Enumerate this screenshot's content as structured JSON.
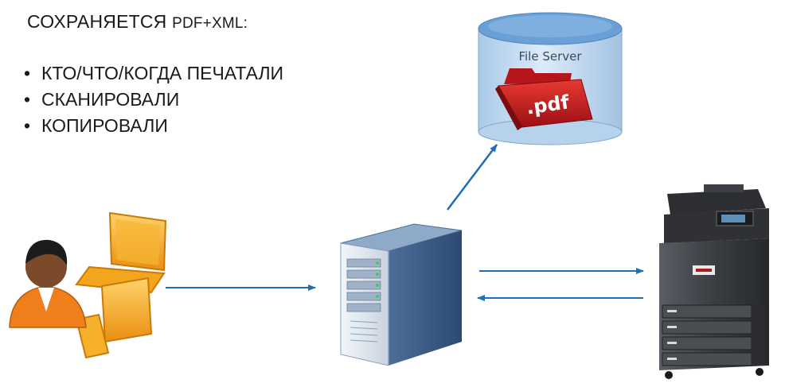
{
  "heading": {
    "main": "СОХРАНЯЕТСЯ ",
    "tail": "PDF+XML:"
  },
  "bullets": [
    "КТО/ЧТО/КОГДА ПЕЧАТАЛИ",
    "СКАНИРОВАЛИ",
    "КОПИРОВАЛИ"
  ],
  "file_server": {
    "label": "File Server",
    "file_label": ".pdf"
  },
  "colors": {
    "arrow": "#1f6db3",
    "cylinder": "#c9e0f4",
    "pdf_red": "#c8191e",
    "device_orange": "#f4a21c"
  },
  "icons": {
    "user": "user-with-devices-icon",
    "server": "server-tower-icon",
    "storage": "database-cylinder-icon",
    "pdf": "pdf-folder-icon",
    "mfp": "multifunction-printer-icon"
  }
}
